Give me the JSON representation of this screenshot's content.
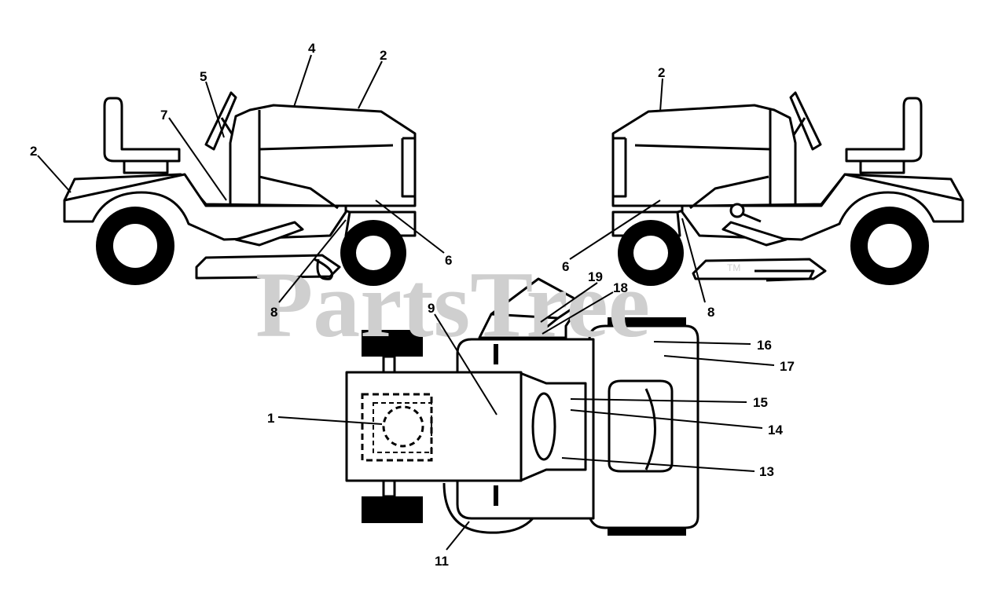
{
  "watermark": "PartsTree",
  "watermark_tm": "TM",
  "callouts": {
    "c1": "1",
    "c2a": "2",
    "c2b": "2",
    "c2c": "2",
    "c4": "4",
    "c5": "5",
    "c6a": "6",
    "c6b": "6",
    "c7": "7",
    "c8a": "8",
    "c8b": "8",
    "c9": "9",
    "c11": "11",
    "c13": "13",
    "c14": "14",
    "c15": "15",
    "c16": "16",
    "c17": "17",
    "c18": "18",
    "c19": "19"
  }
}
